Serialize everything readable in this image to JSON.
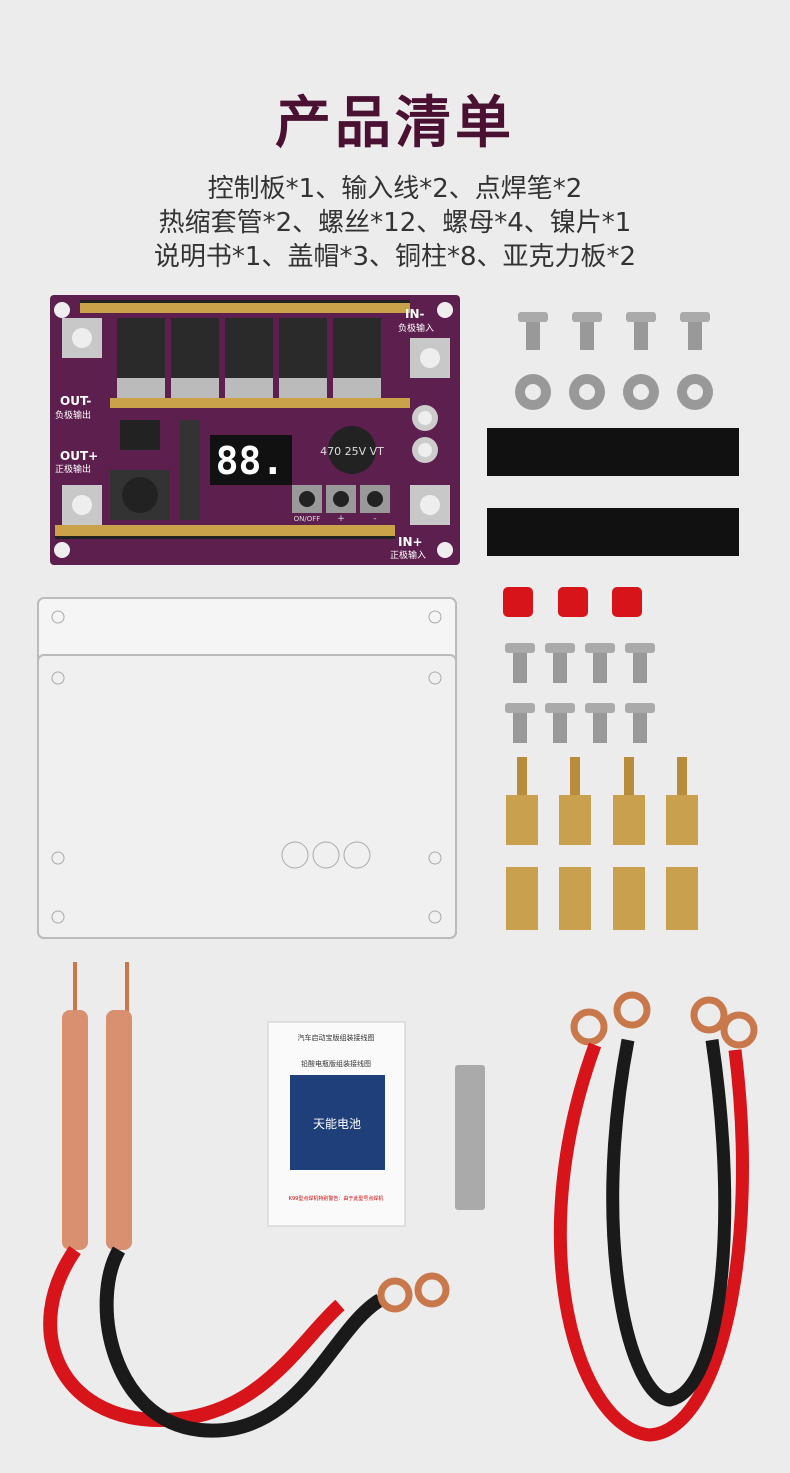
{
  "page": {
    "title": "产品清单"
  },
  "items": {
    "line1": "控制板*1、输入线*2、点焊笔*2",
    "line2": "热缩套管*2、螺丝*12、螺母*4、镍片*1",
    "line3": "说明书*1、盖帽*3、铜柱*8、亚克力板*2"
  },
  "board": {
    "in_minus": "IN-",
    "in_minus_sub": "负极输入",
    "out_minus": "OUT-",
    "out_minus_sub": "负极输出",
    "out_plus": "OUT+",
    "out_plus_sub": "正极输出",
    "in_plus": "IN+",
    "in_plus_sub": "正极输入",
    "display": "88.",
    "capacitor": "470 25V VT",
    "onoff": "ON/OFF",
    "plus": "+",
    "minus": "-"
  },
  "manual": {
    "header": "汽车启动宝版组装接线图",
    "sub": "铅酸电瓶版组装接线图",
    "battery": "天能电池",
    "warning": "K99型点焊机特别警告：由于此型号点焊机"
  },
  "colors": {
    "title": "#4a1133",
    "board": "#5c1f4e",
    "cable_red": "#d8141b",
    "cable_black": "#1a1a1a",
    "copper": "#c8784a"
  }
}
